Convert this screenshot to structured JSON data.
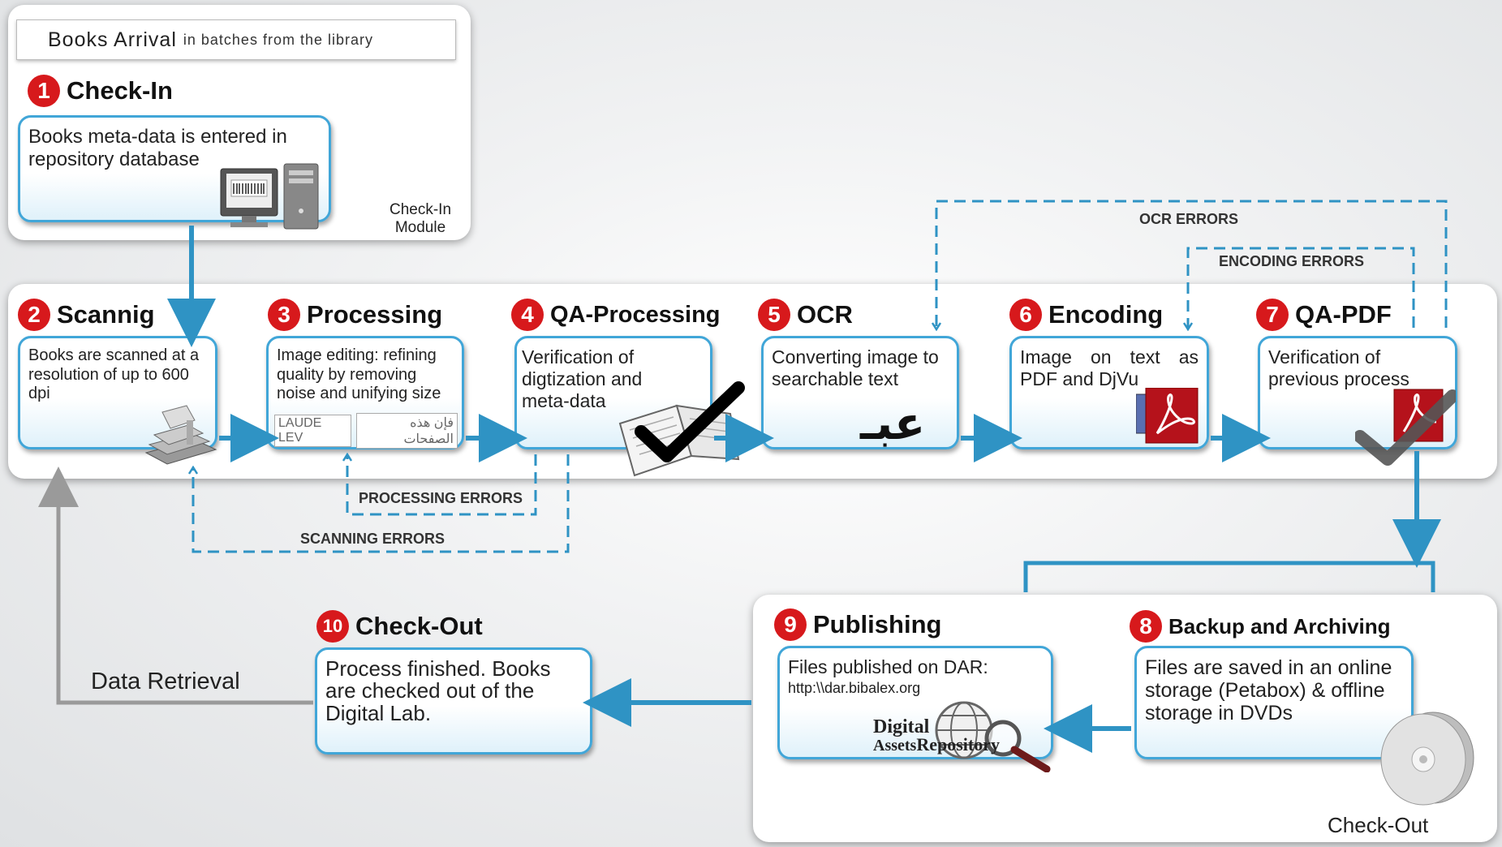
{
  "header": {
    "title": "Books Arrival",
    "subtitle": "in batches from the library"
  },
  "steps": [
    {
      "num": "1",
      "title": "Check-In",
      "text": "Books meta-data is entered in repository database",
      "module": "Check-In Module"
    },
    {
      "num": "2",
      "title": "Scannig",
      "text": "Books are scanned at a resolution of up to 600 dpi"
    },
    {
      "num": "3",
      "title": "Processing",
      "text": "Image editing: refining quality by removing noise and unifying size",
      "sample_latin": "LAUDE LEV",
      "sample_arabic": "فإن هذه الصفحات"
    },
    {
      "num": "4",
      "title": "QA-Processing",
      "text": "Verification of digtization and meta-data"
    },
    {
      "num": "5",
      "title": "OCR",
      "text": "Converting image to searchable text",
      "glyph": "عبـ"
    },
    {
      "num": "6",
      "title": "Encoding",
      "text": "Image on text as PDF and DjVu"
    },
    {
      "num": "7",
      "title": "QA-PDF",
      "text": "Verification of previous process"
    },
    {
      "num": "8",
      "title": "Backup and Archiving",
      "text": "Files are saved in an online storage (Petabox) & offline storage in DVDs"
    },
    {
      "num": "9",
      "title": "Publishing",
      "text": "Files published on DAR:",
      "url": "http:\\\\dar.bibalex.org",
      "logo_line1": "Digital",
      "logo_line2": "Assets",
      "logo_line3": "Repository"
    },
    {
      "num": "10",
      "title": "Check-Out",
      "text": "Process finished. Books are checked out of the Digital Lab."
    }
  ],
  "errors": {
    "ocr": "OCR ERRORS",
    "encoding": "ENCODING ERRORS",
    "processing": "PROCESSING ERRORS",
    "scanning": "SCANNING ERRORS"
  },
  "labels": {
    "data_retrieval": "Data Retrieval",
    "check_out_caption": "Check-Out"
  },
  "colors": {
    "flow_arrow": "#2f93c4",
    "box_border": "#41a6d8",
    "step_number": "#d7191c",
    "return_arrow": "#9a9a9a"
  }
}
